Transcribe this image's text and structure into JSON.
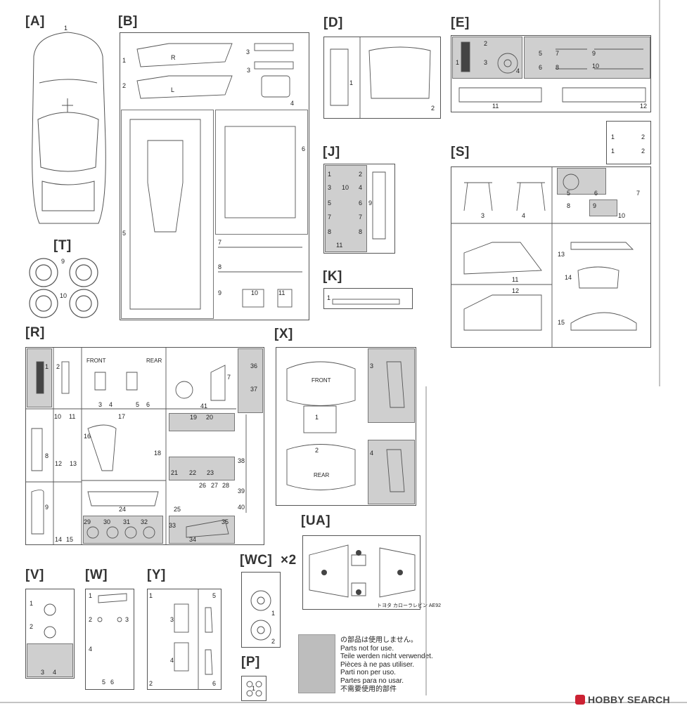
{
  "sheet": {
    "section_labels": [
      "[A]",
      "[B]",
      "[D]",
      "[E]",
      "[J]",
      "[K]",
      "[S]",
      "[T]",
      "[R]",
      "[X]",
      "[UA]",
      "[V]",
      "[W]",
      "[Y]",
      "[WC]",
      "×2",
      "[P]"
    ],
    "inline_texts": {
      "front": "FRONT",
      "rear": "REAR",
      "front_upper": "FRONT",
      "rear_upper": "REAR"
    },
    "legend": {
      "lines": [
        "の部品は使用しません。",
        "Parts not for use.",
        "Teile werden nicht verwendet.",
        "Pièces à ne pas utiliser.",
        "Parti non per uso.",
        "Partes para no usar.",
        "不需要使用的部件"
      ]
    },
    "watermark": "HOBBY SEARCH",
    "ua_caption": "トヨタ カローラレビン AE92"
  },
  "colors": {
    "line": "#555555",
    "unused": "#c8c8c8",
    "accent": "#cc2233"
  }
}
